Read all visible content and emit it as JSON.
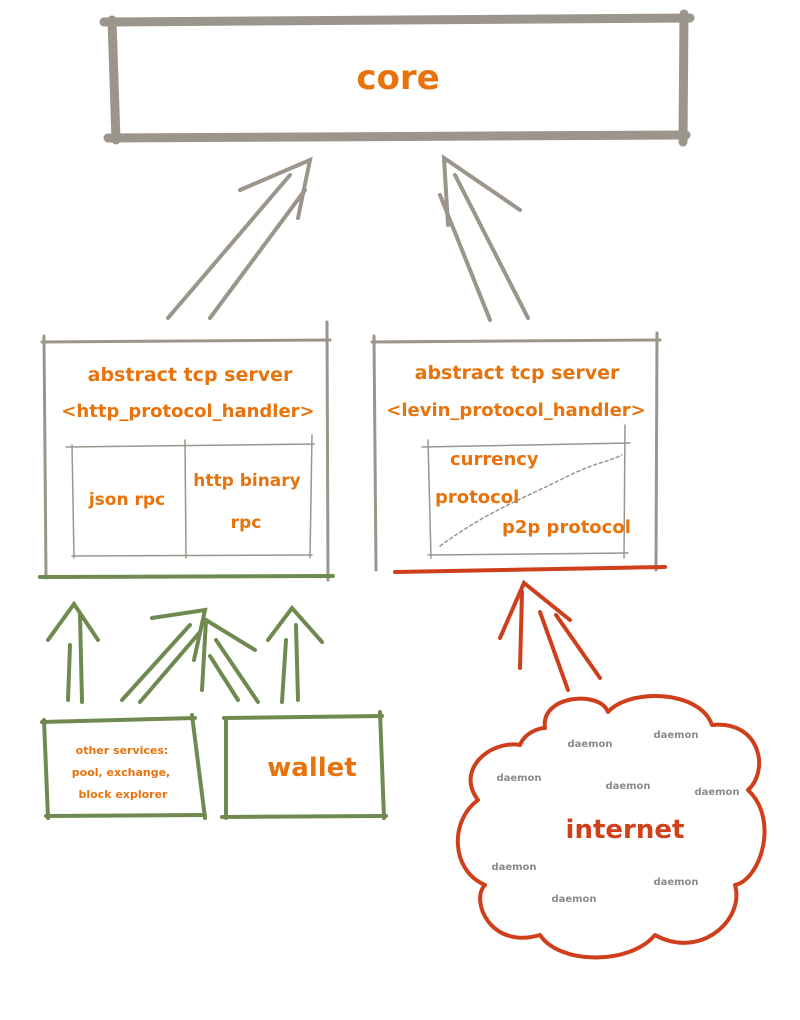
{
  "core": {
    "label": "core"
  },
  "http_server": {
    "title": "abstract tcp server",
    "handler": "<http_protocol_handler>",
    "json_rpc": "json rpc",
    "binary_rpc_line1": "http binary",
    "binary_rpc_line2": "rpc"
  },
  "levin_server": {
    "title": "abstract tcp server",
    "handler": "<levin_protocol_handler>",
    "currency": "currency",
    "protocol": "protocol",
    "p2p": "p2p protocol"
  },
  "clients": {
    "other_services_line1": "other services:",
    "other_services_line2": "pool, exchange,",
    "other_services_line3": "block explorer",
    "wallet": "wallet"
  },
  "internet": {
    "label": "internet",
    "daemons": [
      "daemon",
      "daemon",
      "daemon",
      "daemon",
      "daemon",
      "daemon",
      "daemon",
      "daemon"
    ]
  },
  "colors": {
    "grey": "#9b958c",
    "green": "#6f8a50",
    "red": "#cf3f1c",
    "orange": "#e8730c",
    "daemon_text": "#8a8a8a"
  }
}
